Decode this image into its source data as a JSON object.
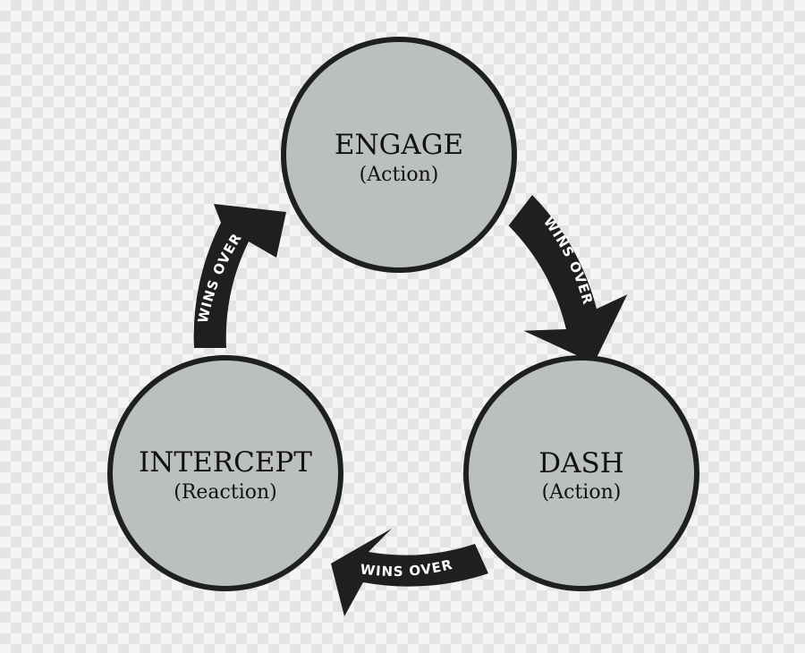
{
  "nodes": {
    "engage": {
      "title": "ENGAGE",
      "subtitle": "(Action)"
    },
    "dash": {
      "title": "DASH",
      "subtitle": "(Action)"
    },
    "intercept": {
      "title": "INTERCEPT",
      "subtitle": "(Reaction)"
    }
  },
  "arrows": {
    "engage_to_dash": {
      "label": "WINS OVER"
    },
    "dash_to_intercept": {
      "label": "WINS OVER"
    },
    "intercept_to_engage": {
      "label": "WINS OVER"
    }
  },
  "colors": {
    "node_fill": "#bcbfc0",
    "outline": "#1e201f",
    "arrow_text": "#ffffff"
  }
}
